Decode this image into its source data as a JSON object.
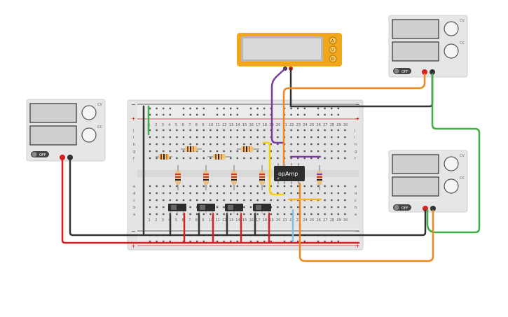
{
  "colors": {
    "breadboard": "#e4e4e4",
    "supply_body": "#e6e6e6",
    "multimeter_body": "#f2a619",
    "wire_red": "#d81e1e",
    "wire_black": "#333333",
    "wire_orange": "#f0861c",
    "wire_green": "#3fae49",
    "wire_purple": "#7a3c9c",
    "wire_yellow": "#f5d10a",
    "wire_blue": "#7fc3e8",
    "wire_gold": "#f7b42c"
  },
  "multimeter": {
    "buttons": [
      "A",
      "V",
      "R"
    ]
  },
  "power_supply_left": {
    "off_label": "OFF",
    "knob_labels": [
      "CV",
      "CC"
    ]
  },
  "power_supply_top_right": {
    "off_label": "OFF",
    "knob_labels": [
      "CV",
      "CC"
    ]
  },
  "power_supply_bottom_right": {
    "off_label": "OFF",
    "knob_labels": [
      "CV",
      "CC"
    ]
  },
  "opamp": {
    "label": "opAmp"
  },
  "breadboard": {
    "columns": [
      "1",
      "2",
      "3",
      "4",
      "5",
      "6",
      "7",
      "8",
      "9",
      "10",
      "11",
      "12",
      "13",
      "14",
      "15",
      "16",
      "17",
      "18",
      "19",
      "20",
      "21",
      "22",
      "23",
      "24",
      "25",
      "26",
      "27",
      "28",
      "29",
      "30"
    ],
    "rows_top": [
      "j",
      "i",
      "h",
      "g",
      "f"
    ],
    "rows_bottom": [
      "e",
      "d",
      "c",
      "b",
      "a"
    ],
    "plus": "+",
    "minus": "−"
  },
  "icons": {
    "power_toggle": "toggle-switch-icon",
    "knob": "dial-knob-icon"
  }
}
